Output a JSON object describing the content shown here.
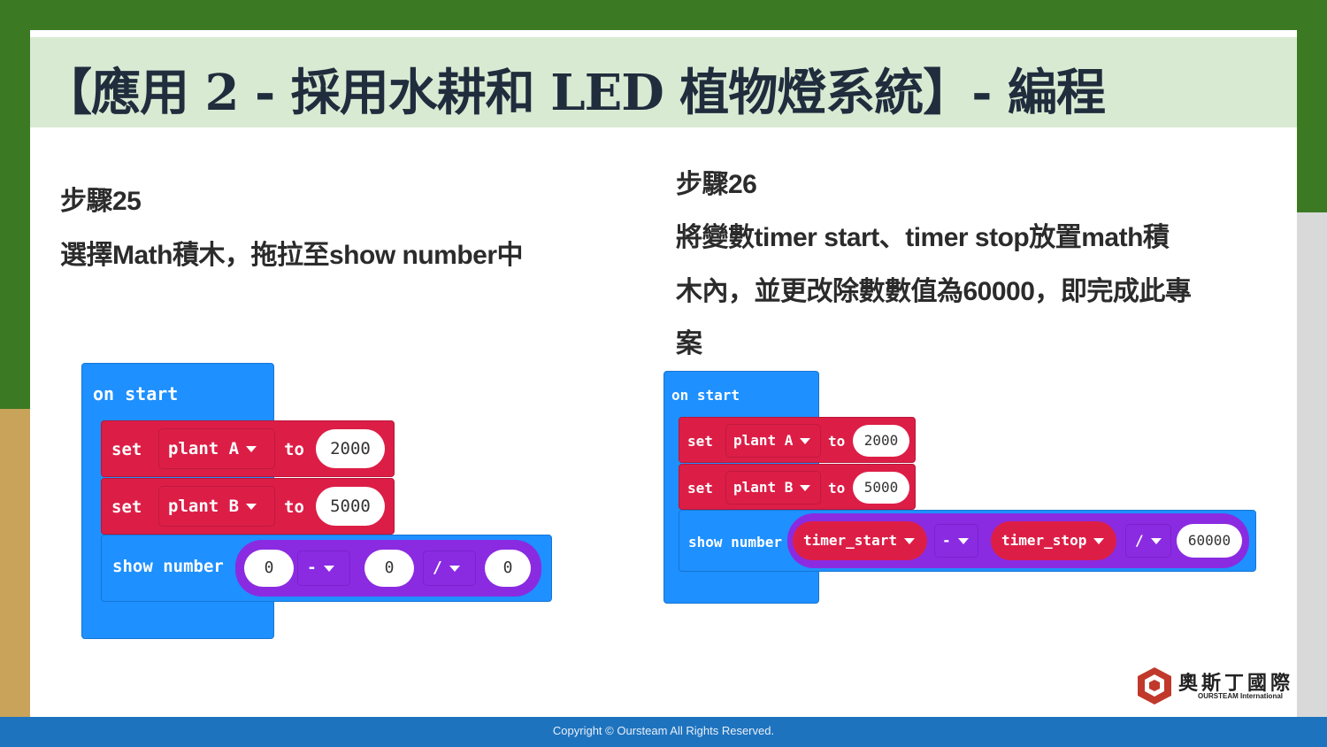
{
  "slide": {
    "title": "【應用 2 - 採用水耕和 LED 植物燈系統】- 編程",
    "step25": {
      "heading": "步驟25",
      "text": "選擇Math積木，拖拉至show number中"
    },
    "step26": {
      "heading": "步驟26",
      "line1": "將變數timer start、timer stop放置math積",
      "line2": "木內，並更改除數數值為60000，即完成此專",
      "line3": "案"
    }
  },
  "left_blocks": {
    "on_start": "on start",
    "set1": {
      "keyword": "set",
      "var": "plant A",
      "to": "to",
      "value": "2000"
    },
    "set2": {
      "keyword": "set",
      "var": "plant B",
      "to": "to",
      "value": "5000"
    },
    "show": {
      "keyword": "show number",
      "a": "0",
      "op1": "-",
      "b": "0",
      "op2": "/",
      "c": "0"
    }
  },
  "right_blocks": {
    "on_start": "on start",
    "set1": {
      "keyword": "set",
      "var": "plant A",
      "to": "to",
      "value": "2000"
    },
    "set2": {
      "keyword": "set",
      "var": "plant B",
      "to": "to",
      "value": "5000"
    },
    "show": {
      "keyword": "show number",
      "a": "timer_start",
      "op1": "-",
      "b": "timer_stop",
      "op2": "/",
      "c": "60000"
    }
  },
  "logo": {
    "name": "奧斯丁國際",
    "sub": "OURSTEAM International"
  },
  "footer": {
    "copyright": "Copyright © Oursteam All Rights Reserved."
  },
  "colors": {
    "block_blue": "#1e90ff",
    "block_red": "#dc1e46",
    "block_purple": "#8a2be2",
    "title_bg": "#d9ead3",
    "footer_bg": "#1e73be"
  }
}
